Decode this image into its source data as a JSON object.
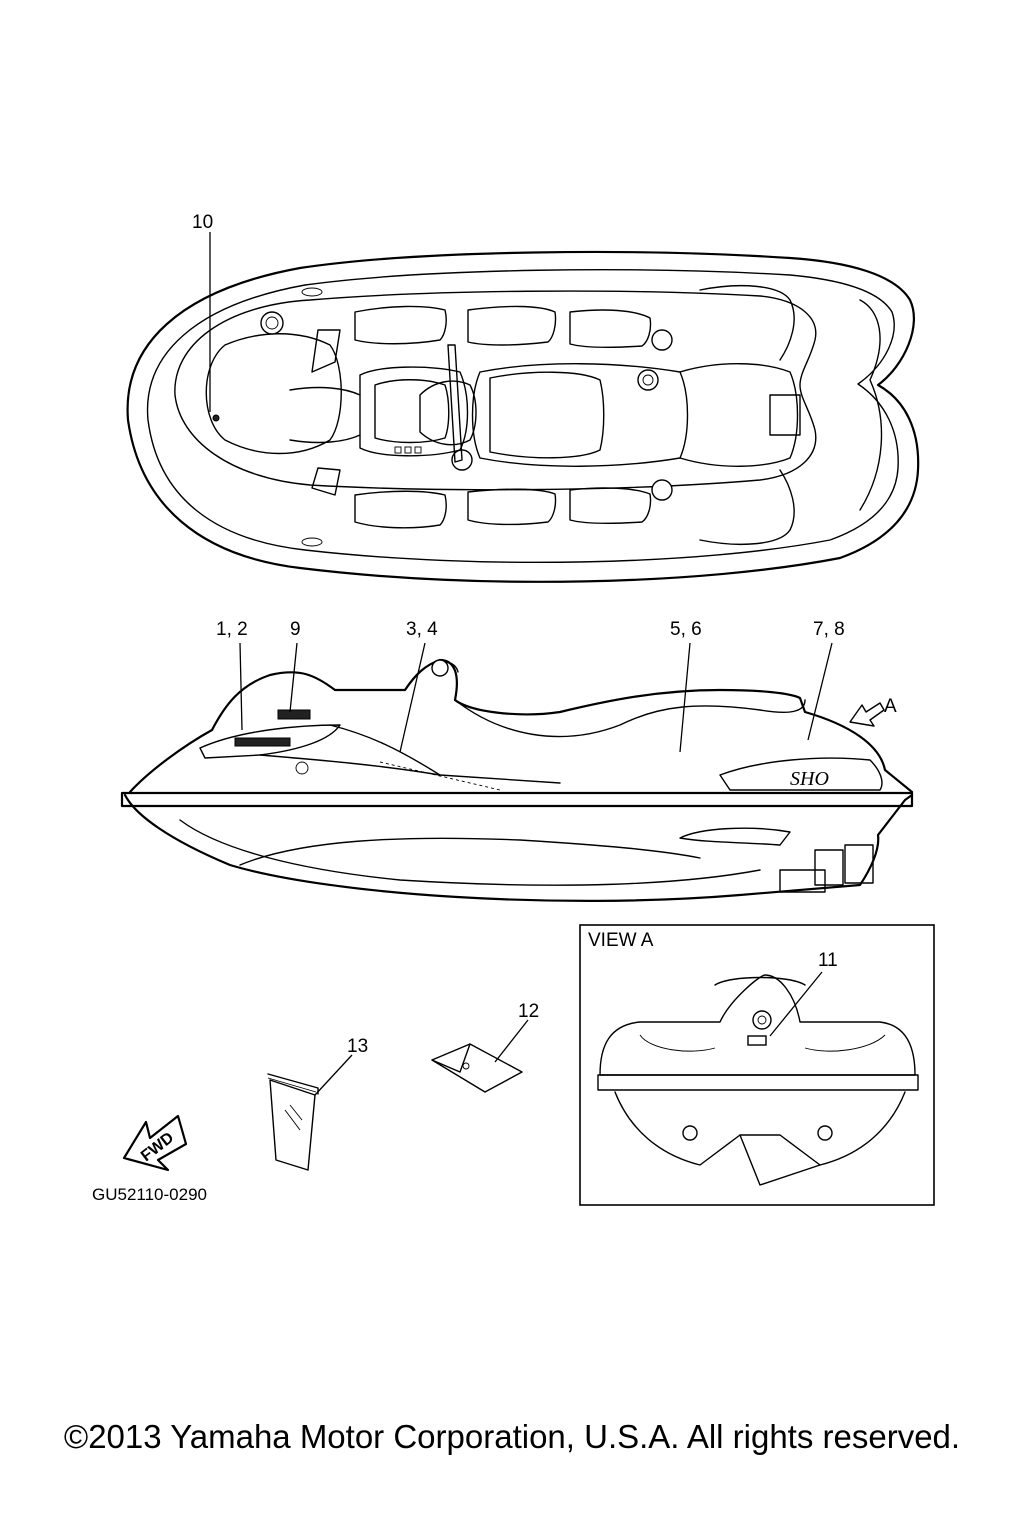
{
  "callouts": {
    "c10": "10",
    "c12": "1, 2",
    "c9": "9",
    "c34": "3, 4",
    "c56": "5, 6",
    "c78": "7, 8",
    "cA": "A",
    "c11": "11",
    "c12b": "12",
    "c13": "13"
  },
  "view_a_title": "VIEW A",
  "fwd_label": "FWD",
  "diagram_code": "GU52110-0290",
  "copyright": "©2013 Yamaha Motor Corporation, U.S.A. All rights reserved."
}
